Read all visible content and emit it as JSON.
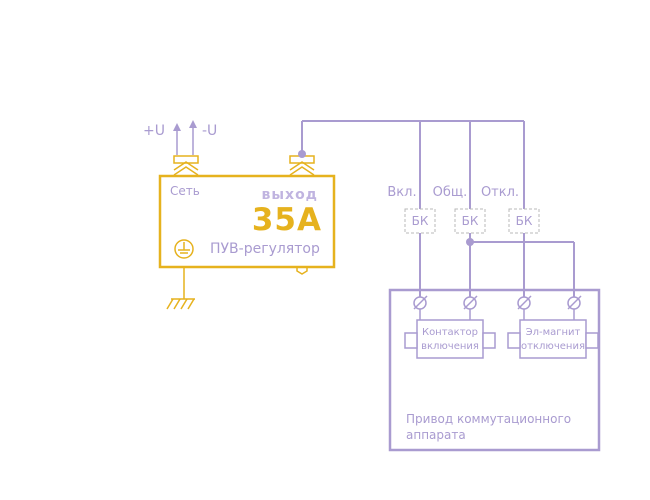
{
  "supply": {
    "plus_label": "+U",
    "minus_label": "-U"
  },
  "regulator": {
    "network_label": "Сеть",
    "output_label": "выход",
    "current_value": "35А",
    "name": "ПУВ-регулятор"
  },
  "contacts": [
    {
      "label": "Вкл.",
      "block": "БК"
    },
    {
      "label": "Общ.",
      "block": "БК"
    },
    {
      "label": "Откл.",
      "block": "БК"
    }
  ],
  "drive": {
    "contactor": {
      "line1": "Контактор",
      "line2": "включения"
    },
    "magnet": {
      "line1": "Эл-магнит",
      "line2": "отключения"
    },
    "title_line1": "Привод коммутационного",
    "title_line2": "аппарата"
  },
  "colors": {
    "accent": "#e6b21e",
    "line": "#a99bd0",
    "dashed": "#b9b9b9"
  }
}
